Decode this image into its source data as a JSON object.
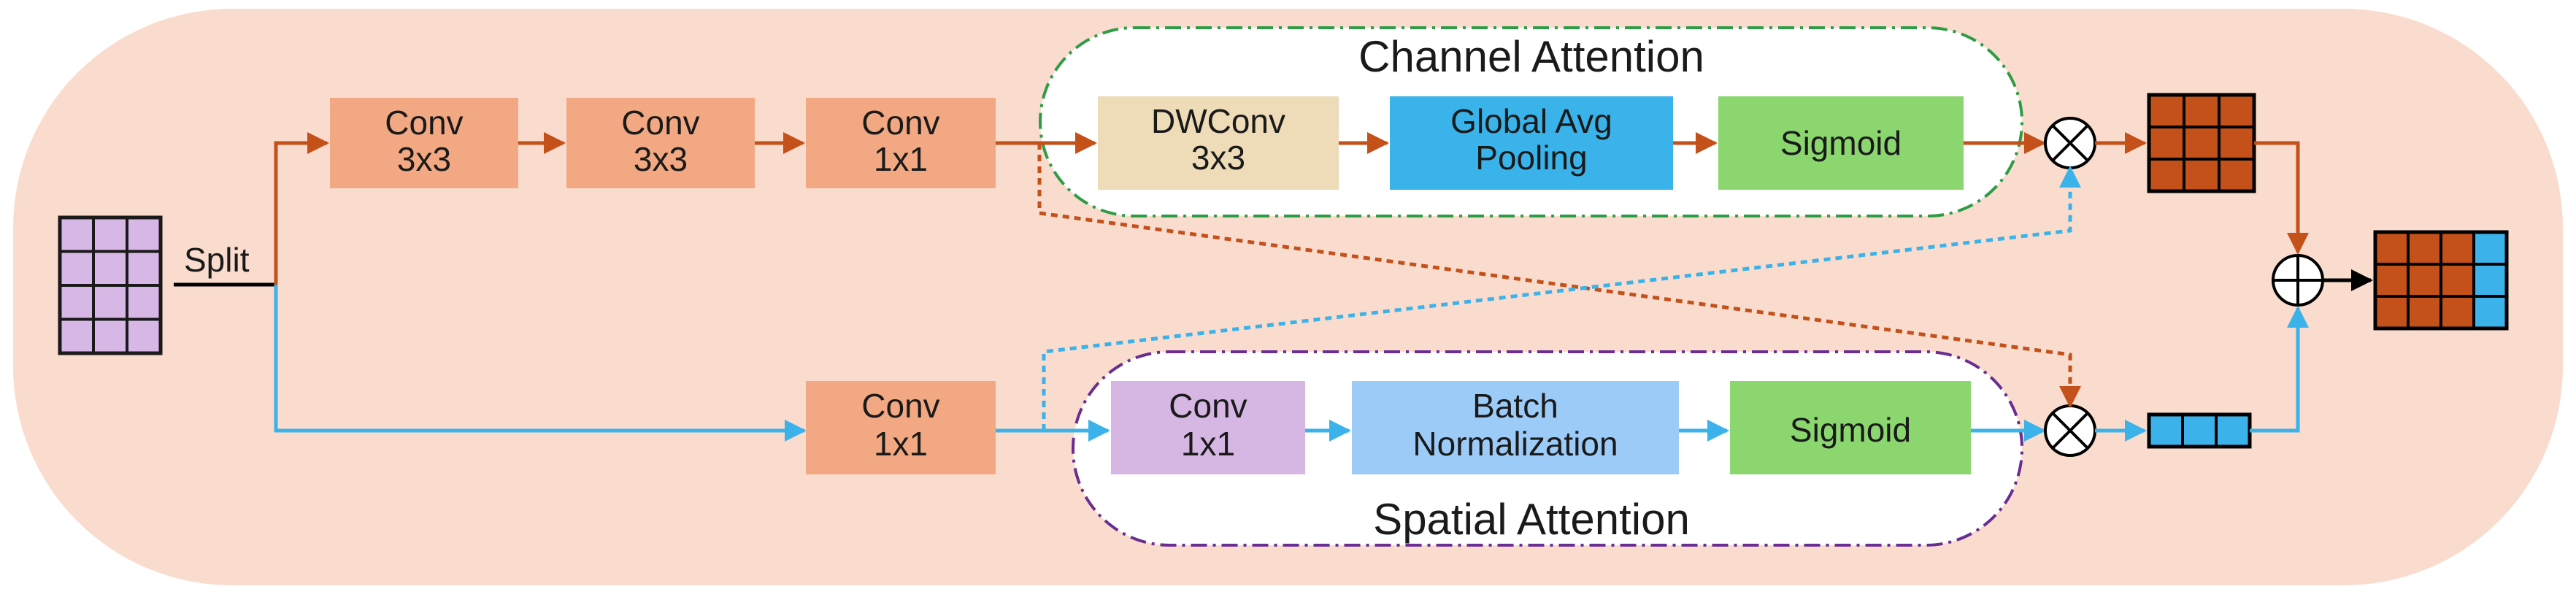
{
  "split_label": "Split",
  "channel_branch": {
    "title": "Channel Attention",
    "conv1": {
      "line1": "Conv",
      "line2": "3x3"
    },
    "conv2": {
      "line1": "Conv",
      "line2": "3x3"
    },
    "conv3": {
      "line1": "Conv",
      "line2": "1x1"
    },
    "dwconv": {
      "line1": "DWConv",
      "line2": "3x3"
    },
    "gap": {
      "line1": "Global Avg",
      "line2": "Pooling"
    },
    "sigmoid": "Sigmoid"
  },
  "spatial_branch": {
    "title": "Spatial Attention",
    "conv_pre": {
      "line1": "Conv",
      "line2": "1x1"
    },
    "conv": {
      "line1": "Conv",
      "line2": "1x1"
    },
    "bn": {
      "line1": "Batch",
      "line2": "Normalization"
    },
    "sigmoid": "Sigmoid"
  },
  "colors": {
    "background": "#f9dccd",
    "conv": "#f2a983",
    "dwconv": "#eedcb8",
    "gap": "#39b3ea",
    "sigmoid": "#8bd66f",
    "spatial_conv": "#d6b6e3",
    "batchnorm": "#9dcbf8",
    "orange_line": "#c4501a",
    "blue_line": "#3bb2e9",
    "input_grid": "#d7b7e6",
    "output_orange": "#c4501a",
    "output_blue": "#3bb2e9"
  },
  "icons": [
    "multiply-icon",
    "multiply-icon",
    "add-icon"
  ]
}
